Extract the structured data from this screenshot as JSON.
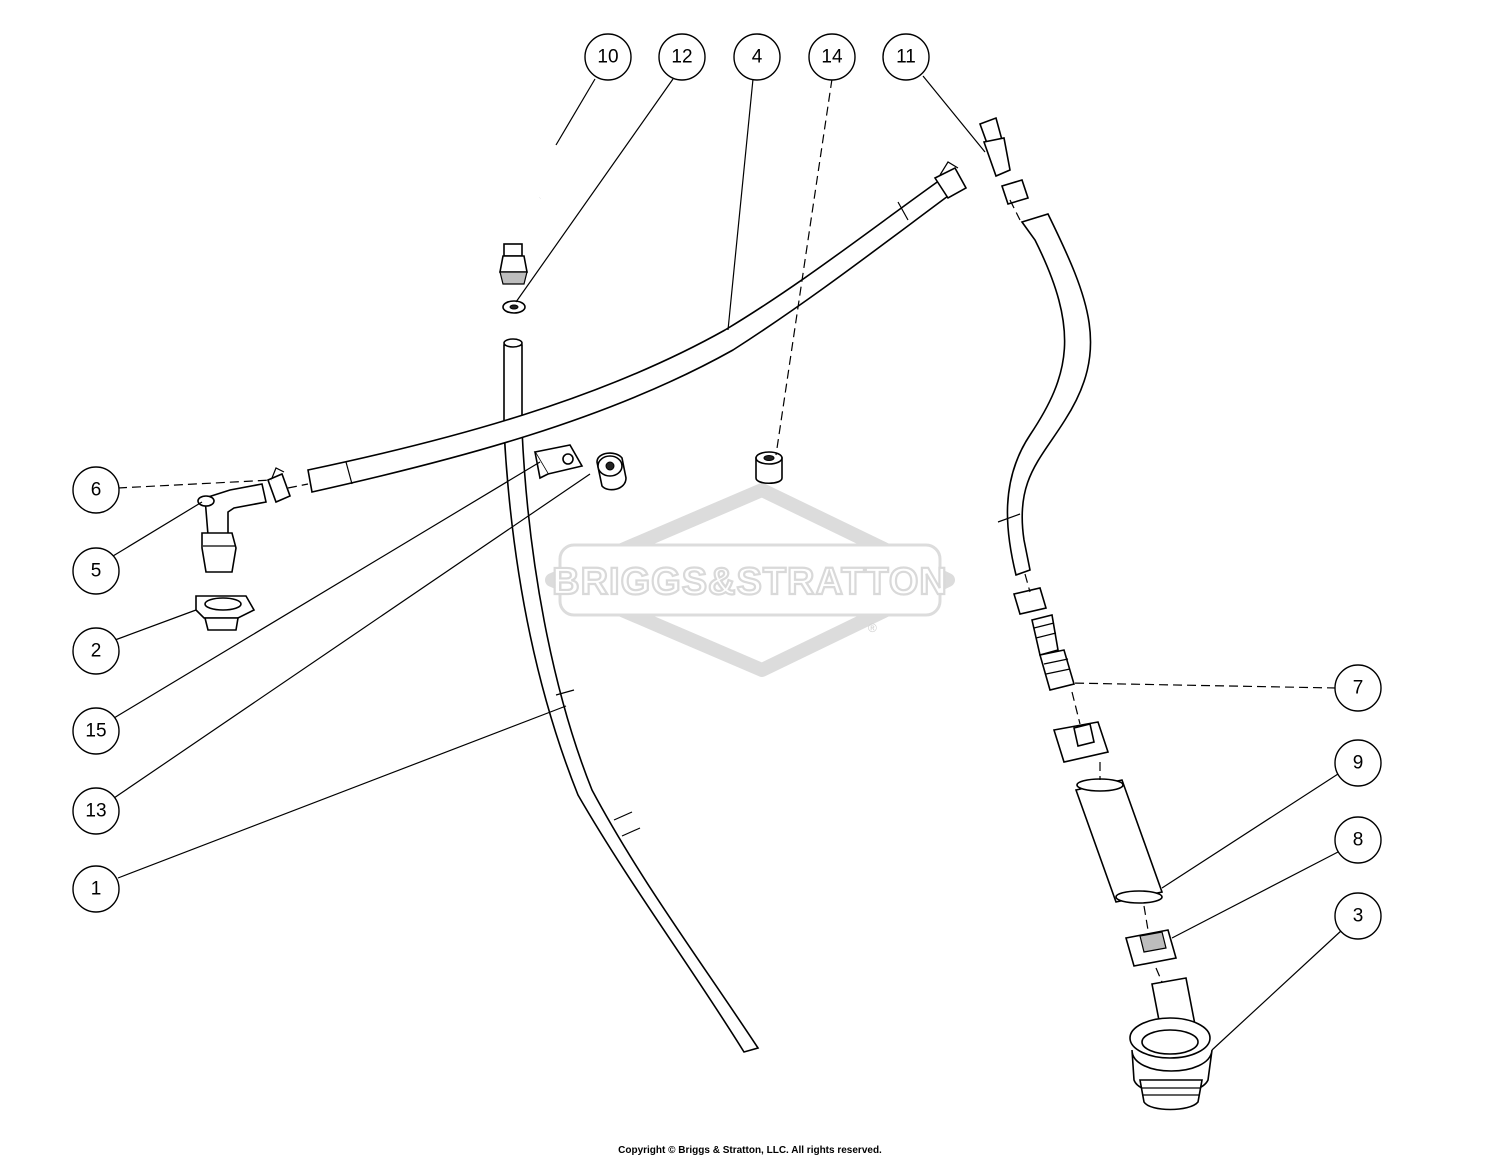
{
  "watermark": {
    "brand_text": "BRIGGS&STRATTON",
    "registered_mark": "®"
  },
  "callouts": {
    "c1": "1",
    "c2": "2",
    "c3": "3",
    "c4": "4",
    "c5": "5",
    "c6": "6",
    "c7": "7",
    "c8": "8",
    "c9": "9",
    "c10": "10",
    "c11": "11",
    "c12": "12",
    "c13": "13",
    "c14": "14",
    "c15": "15"
  },
  "footer": {
    "copyright": "Copyright © Briggs & Stratton, LLC. All rights reserved."
  }
}
